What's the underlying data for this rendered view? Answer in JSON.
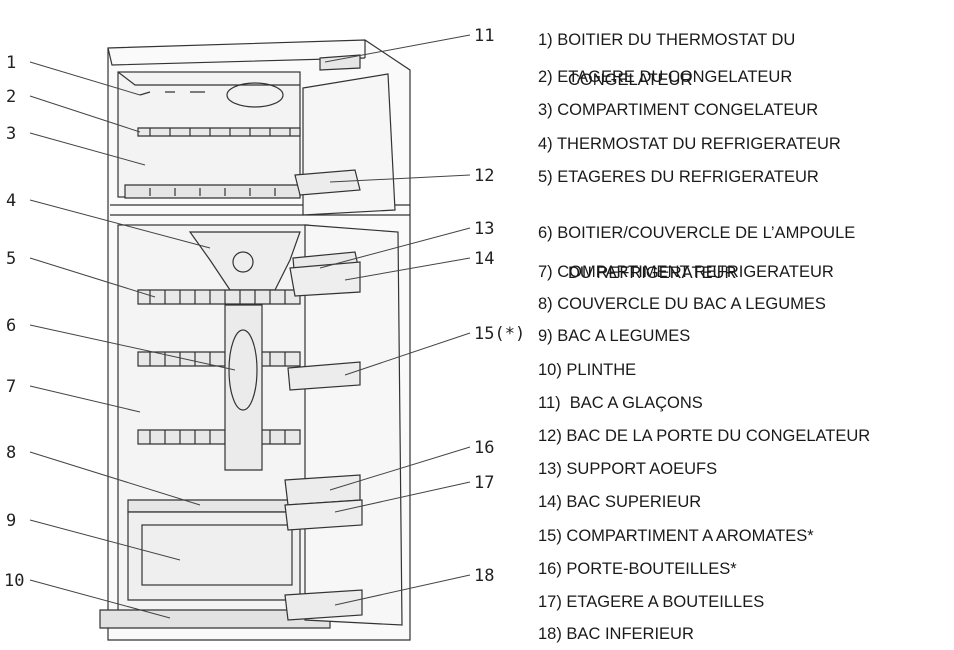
{
  "callouts": {
    "c1": "1",
    "c2": "2",
    "c3": "3",
    "c4": "4",
    "c5": "5",
    "c6": "6",
    "c7": "7",
    "c8": "8",
    "c9": "9",
    "c10": "10",
    "c11": "11",
    "c12": "12",
    "c13": "13",
    "c14": "14",
    "c15": "15(*)",
    "c16": "16",
    "c17": "17",
    "c18": "18"
  },
  "legend": [
    {
      "line1": "1) BOITIER DU THERMOSTAT DU",
      "line2": "CONGELATEUR"
    },
    {
      "line1": "2) ETAGERE DU CONGELATEUR"
    },
    {
      "line1": "3) COMPARTIMENT CONGELATEUR"
    },
    {
      "line1": "4) THERMOSTAT DU REFRIGERATEUR"
    },
    {
      "line1": "5) ETAGERES DU REFRIGERATEUR"
    },
    {
      "line1": "6) BOITIER/COUVERCLE DE L’AMPOULE",
      "line2": "DU REFRIGERATEUR"
    },
    {
      "line1": "7) COMPARTIMENT REFRIGERATEUR"
    },
    {
      "line1": "8) COUVERCLE DU BAC A LEGUMES"
    },
    {
      "line1": "9) BAC A LEGUMES"
    },
    {
      "line1": "10) PLINTHE"
    },
    {
      "line1": "11)  BAC A GLAÇONS"
    },
    {
      "line1": "12) BAC DE LA PORTE DU CONGELATEUR"
    },
    {
      "line1": "13) SUPPORT AOEUFS"
    },
    {
      "line1": "14) BAC SUPERIEUR"
    },
    {
      "line1": "15) COMPARTIMENT A AROMATES*"
    },
    {
      "line1": "16) PORTE-BOUTEILLES*"
    },
    {
      "line1": "17) ETAGERE A BOUTEILLES"
    },
    {
      "line1": "18) BAC INFERIEUR"
    }
  ]
}
